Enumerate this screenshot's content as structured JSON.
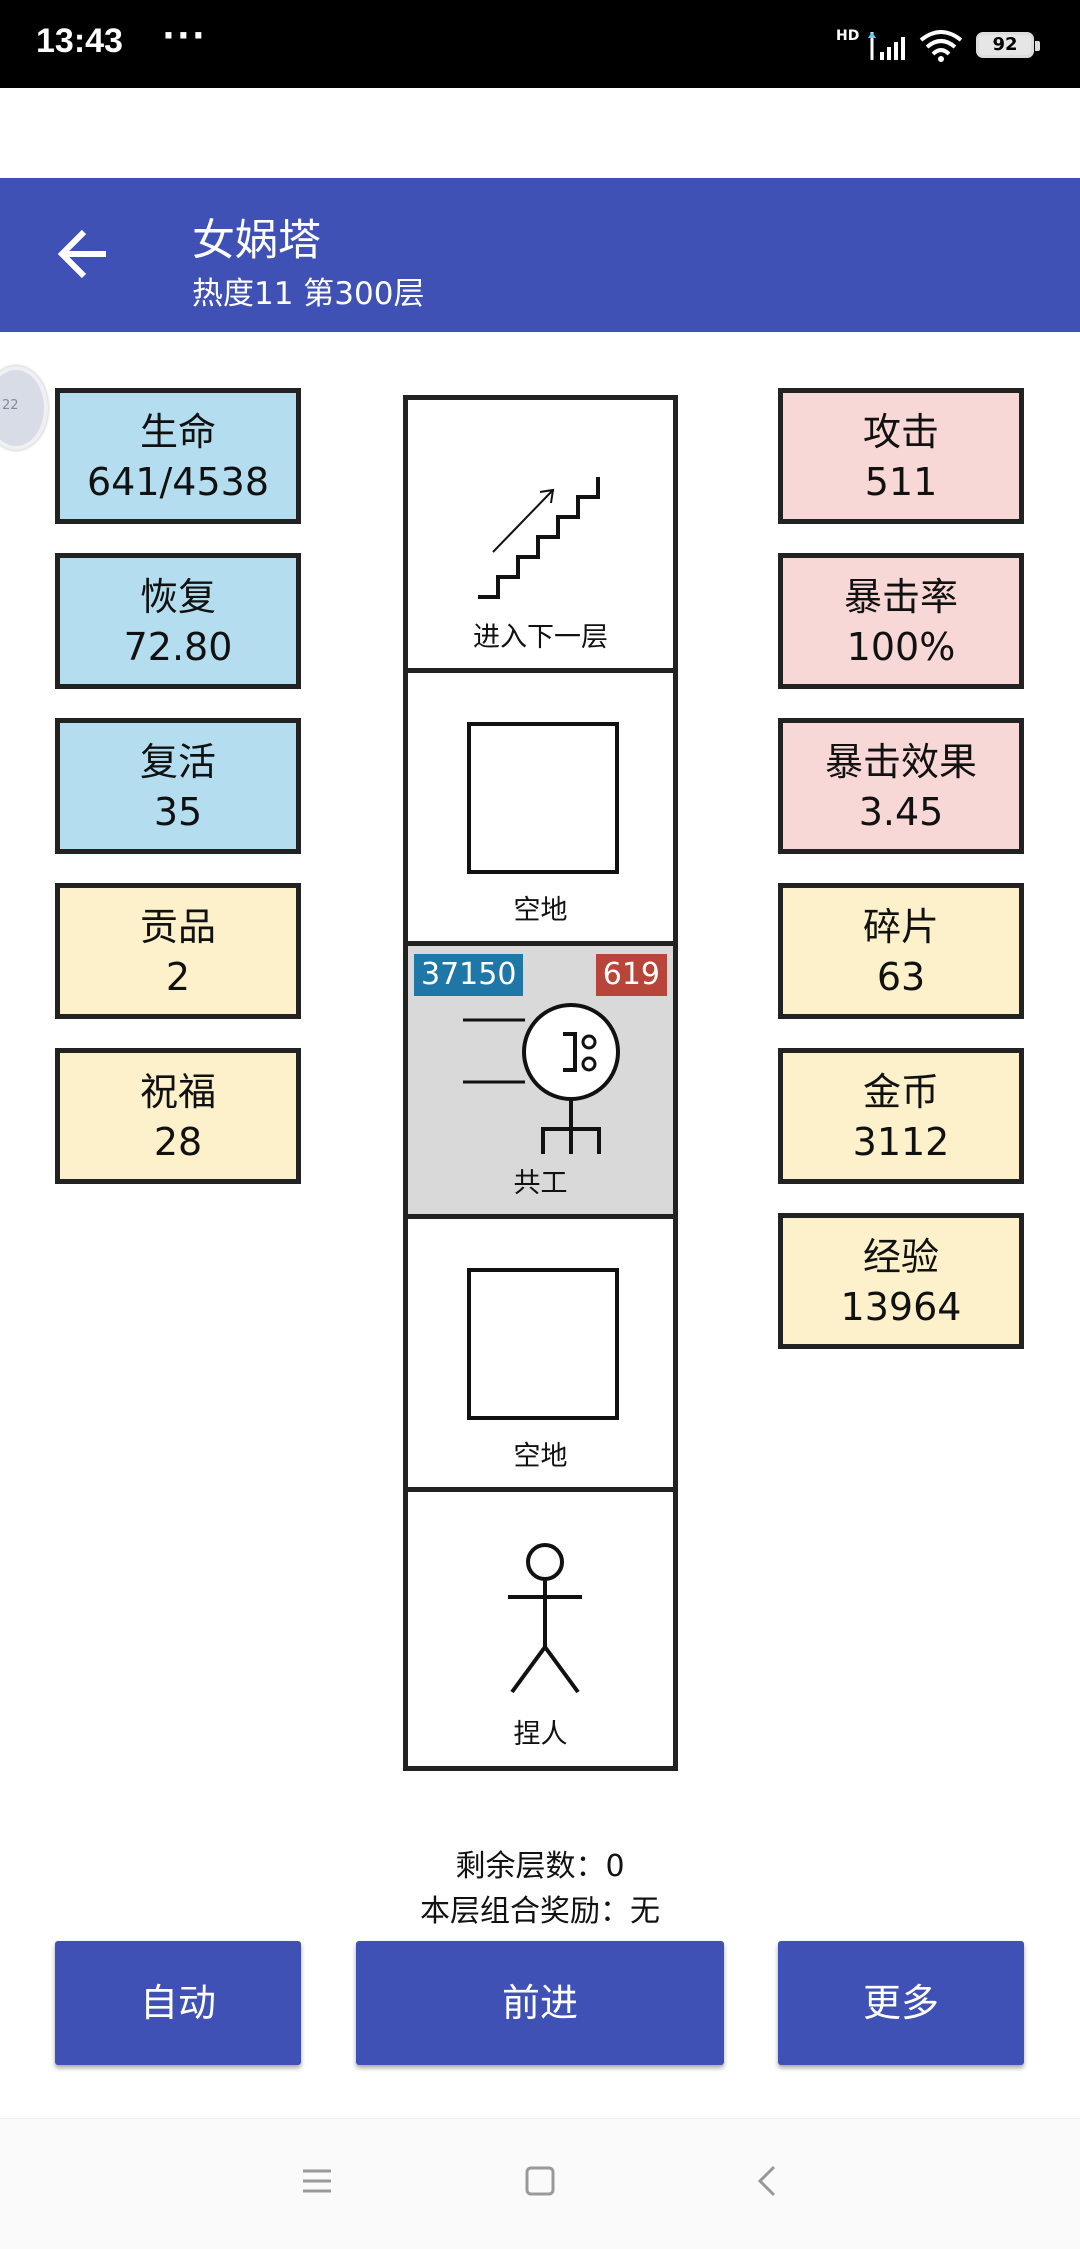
{
  "status_bar": {
    "time": "13:43",
    "dots": "···",
    "hd": "HD",
    "battery": "92"
  },
  "app_bar": {
    "title": "女娲塔",
    "subtitle": "热度11 第300层",
    "back_icon": "arrow-left-icon"
  },
  "floating_badge": "22",
  "left_stats": [
    {
      "label": "生命",
      "value": "641/4538",
      "color": "#b4def0"
    },
    {
      "label": "恢复",
      "value": "72.80",
      "color": "#b4def0"
    },
    {
      "label": "复活",
      "value": "35",
      "color": "#b4def0"
    },
    {
      "label": "贡品",
      "value": "2",
      "color": "#fdf1cc"
    },
    {
      "label": "祝福",
      "value": "28",
      "color": "#fdf1cc"
    }
  ],
  "right_stats": [
    {
      "label": "攻击",
      "value": "511",
      "color": "#f8d8d6"
    },
    {
      "label": "暴击率",
      "value": "100%",
      "color": "#f8d8d6"
    },
    {
      "label": "暴击效果",
      "value": "3.45",
      "color": "#f8d8d6"
    },
    {
      "label": "碎片",
      "value": "63",
      "color": "#fdf1cc"
    },
    {
      "label": "金币",
      "value": "3112",
      "color": "#fdf1cc"
    },
    {
      "label": "经验",
      "value": "13964",
      "color": "#fdf1cc"
    }
  ],
  "tower": {
    "cells": [
      {
        "label": "进入下一层",
        "icon": "stairs-icon"
      },
      {
        "label": "空地",
        "icon": "empty-square-icon"
      },
      {
        "label": "共工",
        "icon": "monster-icon",
        "hp": "37150",
        "attack": "619"
      },
      {
        "label": "空地",
        "icon": "empty-square-icon"
      },
      {
        "label": "捏人",
        "icon": "stick-figure-icon"
      }
    ]
  },
  "info": {
    "remaining_floors": "剩余层数：0",
    "combo_reward": "本层组合奖励：无"
  },
  "buttons": {
    "auto": "自动",
    "forward": "前进",
    "more": "更多"
  },
  "nav_bar": {
    "menu_icon": "menu-icon",
    "home_icon": "home-square-icon",
    "back_icon": "chevron-left-icon"
  },
  "colors": {
    "primary": "#3f51b5",
    "hp_badge": "#1f77a8",
    "atk_badge": "#b8453a"
  }
}
